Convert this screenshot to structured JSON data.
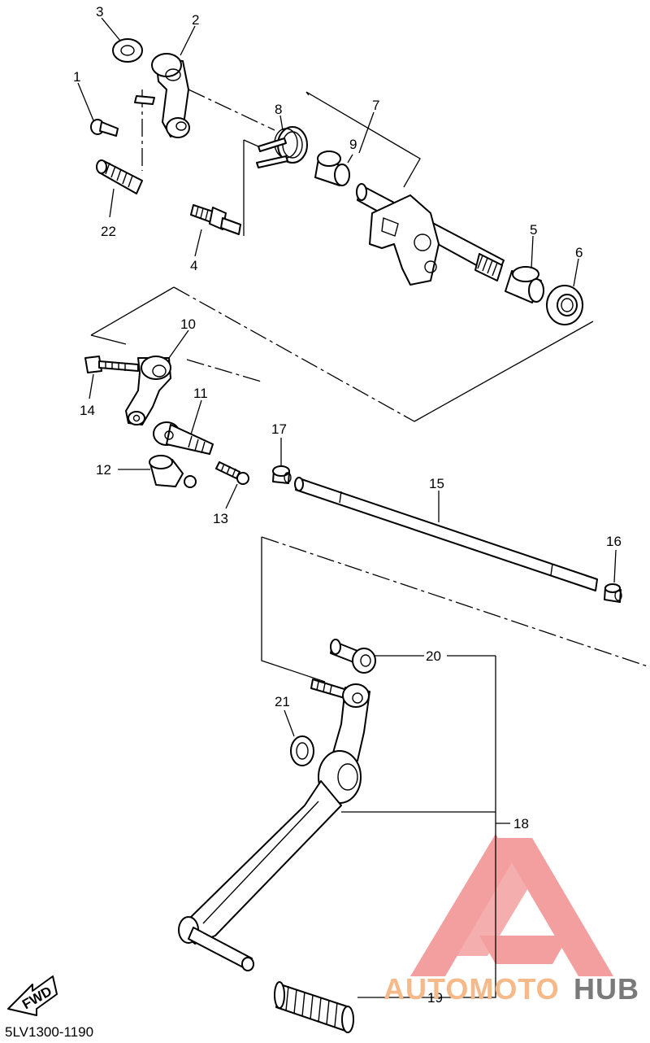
{
  "diagram": {
    "drawing_code": "5LV1300-1190",
    "fwd_label": "FWD",
    "callouts": [
      {
        "id": "1",
        "text": "1"
      },
      {
        "id": "2",
        "text": "2"
      },
      {
        "id": "3",
        "text": "3"
      },
      {
        "id": "4",
        "text": "4"
      },
      {
        "id": "5",
        "text": "5"
      },
      {
        "id": "6",
        "text": "6"
      },
      {
        "id": "7",
        "text": "7"
      },
      {
        "id": "8",
        "text": "8"
      },
      {
        "id": "9",
        "text": "9"
      },
      {
        "id": "10",
        "text": "10"
      },
      {
        "id": "11",
        "text": "11"
      },
      {
        "id": "12",
        "text": "12"
      },
      {
        "id": "13",
        "text": "13"
      },
      {
        "id": "14",
        "text": "14"
      },
      {
        "id": "15",
        "text": "15"
      },
      {
        "id": "16",
        "text": "16"
      },
      {
        "id": "17",
        "text": "17"
      },
      {
        "id": "18",
        "text": "18"
      },
      {
        "id": "19",
        "text": "19"
      },
      {
        "id": "20",
        "text": "20"
      },
      {
        "id": "21",
        "text": "21"
      },
      {
        "id": "22",
        "text": "22"
      }
    ]
  },
  "watermark": {
    "part1": "AUTOMOTO",
    "part2": "HUB",
    "colors": {
      "logo": "#f08080",
      "auto": "#f6b98a",
      "hub": "#7a7a7a"
    }
  }
}
